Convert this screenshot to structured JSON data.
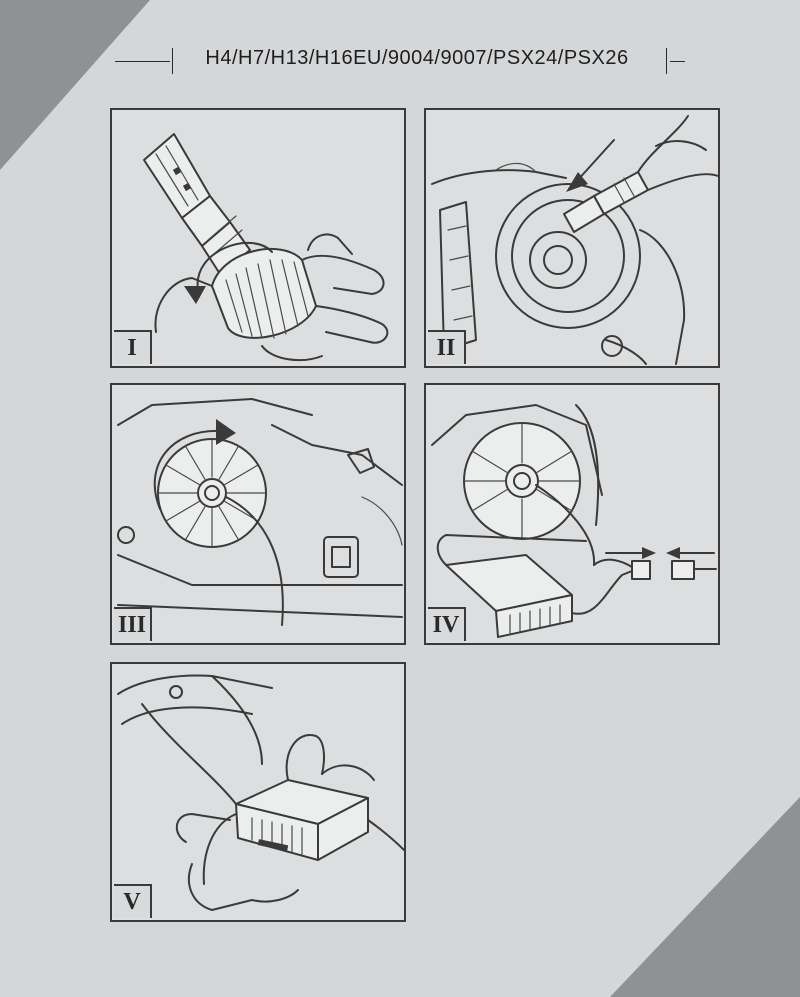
{
  "header": {
    "models": "H4/H7/H13/H16EU/9004/9007/PSX24/PSX26"
  },
  "steps": [
    {
      "numeral": "I"
    },
    {
      "numeral": "II"
    },
    {
      "numeral": "III"
    },
    {
      "numeral": "IV"
    },
    {
      "numeral": "V"
    }
  ]
}
